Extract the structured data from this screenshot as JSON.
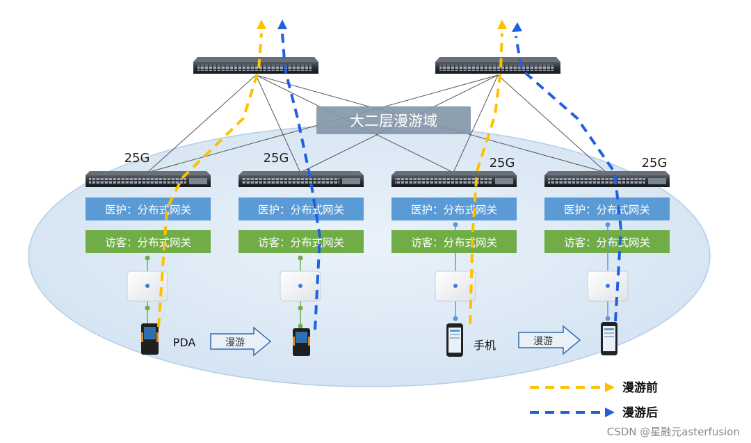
{
  "domain_label": "大二层漫游域",
  "uplink_labels": [
    "25G",
    "25G",
    "25G",
    "25G"
  ],
  "gateway_boxes": {
    "medical": "医护：分布式网关",
    "guest": "访客：分布式网关"
  },
  "devices": {
    "pda": "PDA",
    "phone": "手机"
  },
  "roam_arrow_label": "漫游",
  "legend": {
    "before": {
      "label": "漫游前",
      "color": "#FFC000"
    },
    "after": {
      "label": "漫游后",
      "color": "#1F5FE0"
    }
  },
  "colors": {
    "medical_box": "#5B9BD5",
    "guest_box": "#70AD47",
    "domain_ellipse": "#DDE9F5",
    "domain_label_bg": "#8497A8"
  },
  "watermark": "CSDN @星融元asterfusion"
}
